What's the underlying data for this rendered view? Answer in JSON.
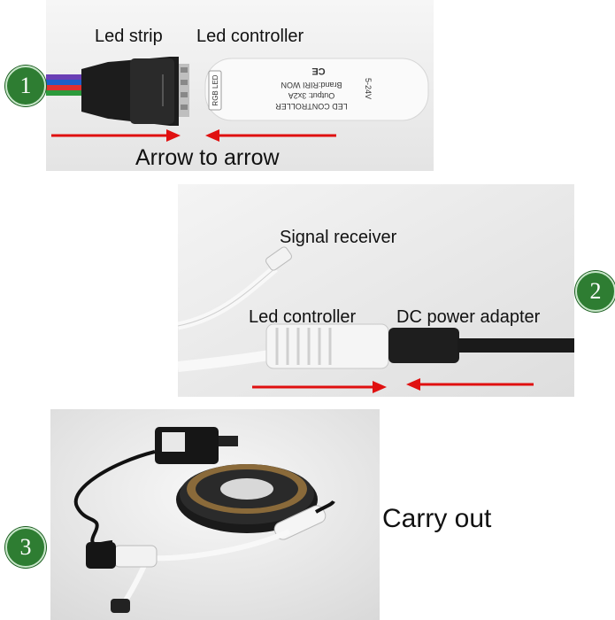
{
  "step1": {
    "badge": "1",
    "label_strip": "Led strip",
    "label_controller": "Led controller",
    "caption": "Arrow to arrow",
    "device": {
      "line1": "LED CONTROLLER",
      "line2": "Output: 3x2A",
      "line3": "Brand:RIRI WON",
      "tag": "RGB LED",
      "voltage": "5-24V",
      "mark": "CE"
    }
  },
  "step2": {
    "badge": "2",
    "label_receiver": "Signal receiver",
    "label_controller": "Led controller",
    "label_adapter": "DC power adapter"
  },
  "step3": {
    "badge": "3",
    "caption": "Carry out"
  },
  "colors": {
    "badge_green": "#2e7d32",
    "arrow_red": "#e01010"
  }
}
